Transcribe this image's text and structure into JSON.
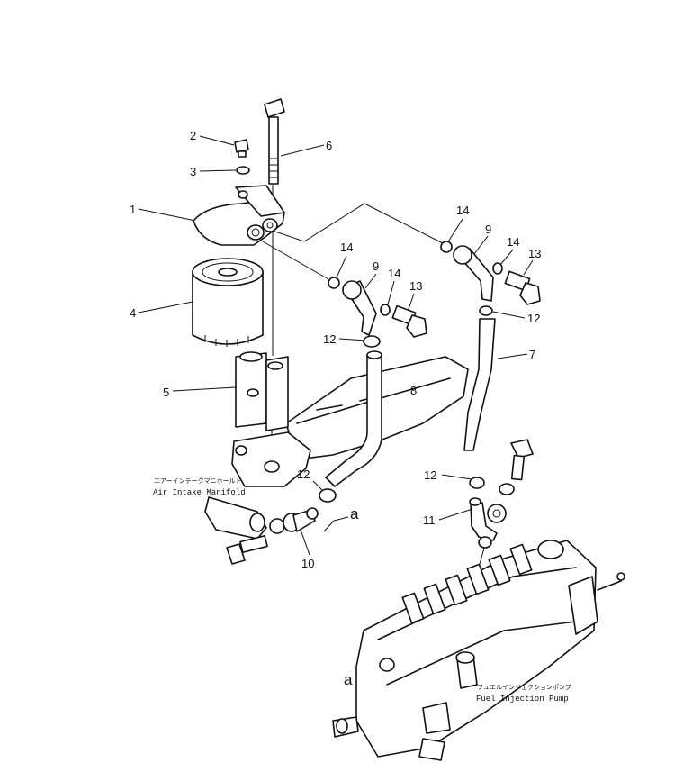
{
  "callouts": {
    "c1": "1",
    "c2": "2",
    "c3": "3",
    "c4": "4",
    "c5": "5",
    "c6": "6",
    "c7": "7",
    "c8": "8",
    "c9a": "9",
    "c9b": "9",
    "c10": "10",
    "c11": "11",
    "c12a": "12",
    "c12b": "12",
    "c12c": "12",
    "c12d": "12",
    "c13a": "13",
    "c13b": "13",
    "c14a": "14",
    "c14b": "14",
    "c14c": "14",
    "c14d": "14"
  },
  "labels": {
    "air_intake_jp": "エアーインテークマニホールド",
    "air_intake_en": "Air Intake Manifold",
    "fuel_pump_jp": "フュエルインジェクションポンプ",
    "fuel_pump_en": "Fuel Injection Pump",
    "ref_a_upper": "a",
    "ref_a_lower": "a"
  }
}
